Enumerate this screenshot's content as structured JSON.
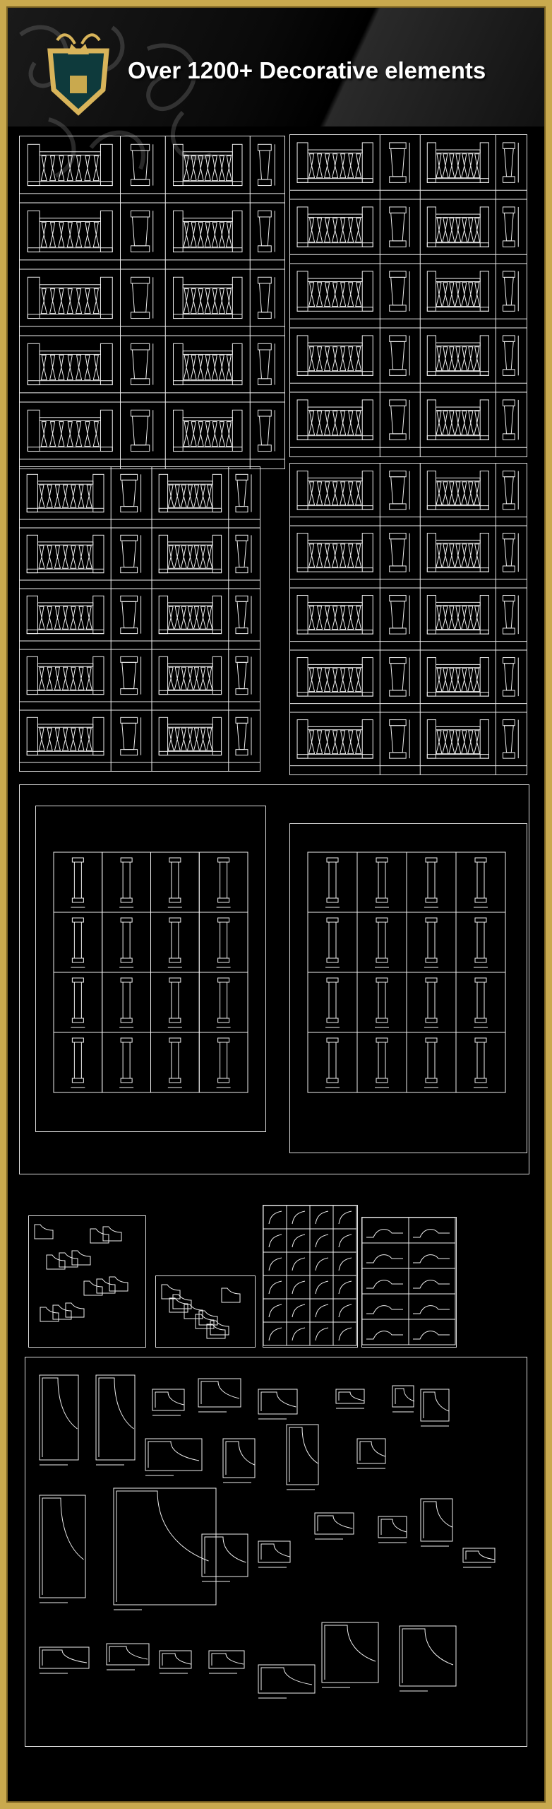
{
  "header": {
    "title": "Over 1200+ Decorative elements",
    "logo": "gold-crest-shield-logo"
  },
  "colors": {
    "frame_gold": "#c9a94e",
    "background": "#000000",
    "drawing_lines": "#ffffff"
  },
  "sections": [
    {
      "name": "balustrade-sheets",
      "count": 4
    },
    {
      "name": "column-sheets",
      "count": 2
    },
    {
      "name": "molding-sheets",
      "count": 5
    }
  ]
}
